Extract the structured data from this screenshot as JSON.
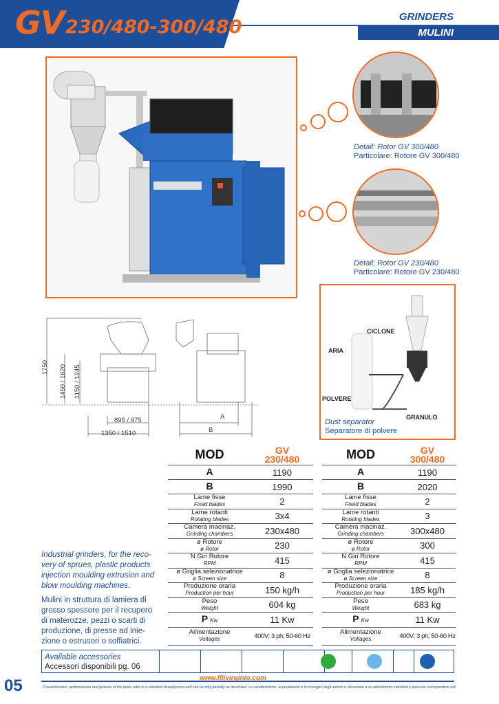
{
  "header": {
    "brand": "GV",
    "model": "230/480-300/480",
    "category_en": "GRINDERS",
    "category_it": "MULINI"
  },
  "details": [
    {
      "caption_en": "Detail: Rotor GV 300/480",
      "caption_it": "Particolare: Rotore GV 300/480"
    },
    {
      "caption_en": "Detail: Rotor GV 230/480",
      "caption_it": "Particolare: Rotore GV 230/480"
    }
  ],
  "dust_separator": {
    "labels": [
      "CICLONE",
      "ARIA",
      "POLVERE",
      "GRANULO"
    ],
    "caption_en": "Dust separator",
    "caption_it": "Separatore di polvere"
  },
  "drawing": {
    "height_total": "1750",
    "height_a": "1450 / 1620",
    "height_b": "1150 / 1245",
    "width_a": "895 / 975",
    "width_b": "1350 / 1510",
    "dim_a": "A",
    "dim_b": "B"
  },
  "description": {
    "en": "Industrial grinders, for the reco-very of sprues, plastic products injection moulding extrusion and blow moulding machines.",
    "it": "Mulini in struttura di lamiera di grosso spessore per il recupero di materozze, pezzi o scarti di produzione, di presse ad inie-zione o estrusori o soffiatrici."
  },
  "tables": [
    {
      "mod": "MOD",
      "gv": "GV",
      "model": "230/480",
      "rows": [
        {
          "label": "A",
          "sub": "",
          "value": "1190"
        },
        {
          "label": "B",
          "sub": "",
          "value": "1990"
        },
        {
          "label": "Lame fisse",
          "sub": "Fixed blades",
          "value": "2"
        },
        {
          "label": "Lame rotanti",
          "sub": "Rotating blades",
          "value": "3x4"
        },
        {
          "label": "Camera macinaz.",
          "sub": "Grinding chambers",
          "value": "230x480"
        },
        {
          "label": "ø Rotore",
          "sub": "ø Rotor",
          "value": "230"
        },
        {
          "label": "N Giri Rotore",
          "sub": "RPM",
          "value": "415"
        },
        {
          "label": "ø Griglia selezionatrice",
          "sub": "ø Screen size",
          "value": "8"
        },
        {
          "label": "Produzione oraria",
          "sub": "Production per hour",
          "value": "150 kg/h"
        },
        {
          "label": "Peso",
          "sub": "Weight",
          "value": "604 kg"
        },
        {
          "label": "P",
          "sub": "Kw",
          "value": "11  Kw"
        },
        {
          "label": "Alimentazione",
          "sub": "Voltages",
          "value": "400V; 3 ph; 50-60 Hz"
        }
      ]
    },
    {
      "mod": "MOD",
      "gv": "GV",
      "model": "300/480",
      "rows": [
        {
          "label": "A",
          "sub": "",
          "value": "1190"
        },
        {
          "label": "B",
          "sub": "",
          "value": "2020"
        },
        {
          "label": "Lame fisse",
          "sub": "Fixed blades",
          "value": "2"
        },
        {
          "label": "Lame rotanti",
          "sub": "Rotating blades",
          "value": "3"
        },
        {
          "label": "Camera macinaz.",
          "sub": "Grinding chambers",
          "value": "300x480"
        },
        {
          "label": "ø Rotore",
          "sub": "ø Rotor",
          "value": "300"
        },
        {
          "label": "N Giri Rotore",
          "sub": "RPM",
          "value": "415"
        },
        {
          "label": "ø Griglia selezionatrice",
          "sub": "ø Screen size",
          "value": "8"
        },
        {
          "label": "Produzione oraria",
          "sub": "Production per hour",
          "value": "185 kg/h"
        },
        {
          "label": "Peso",
          "sub": "Weight",
          "value": "683 kg"
        },
        {
          "label": "P",
          "sub": "Kw",
          "value": "11  Kw"
        },
        {
          "label": "Alimentazione",
          "sub": "Voltages",
          "value": "400V; 3 ph; 50-60 Hz"
        }
      ]
    }
  ],
  "accessories": {
    "en": "Available accessories",
    "it": "Accessori disponibili pg. 06",
    "colors": [
      "#2eab3a",
      "#6cb6e8",
      "#1d5fb0"
    ]
  },
  "footer": {
    "page": "05",
    "url": "www.fllivirginio.com",
    "disclaimer": "Characteristics, performances and pictures of the items refer to a standard development and can be only partially as described. Le caratteristiche, le prestazioni e le immagini degli articoli si riferiscono a un allestimento standard e possono corrispondere solo parzialmente a quanto descritto."
  },
  "colors": {
    "brand_blue": "#1d4e9a",
    "accent_orange": "#f26a21"
  }
}
